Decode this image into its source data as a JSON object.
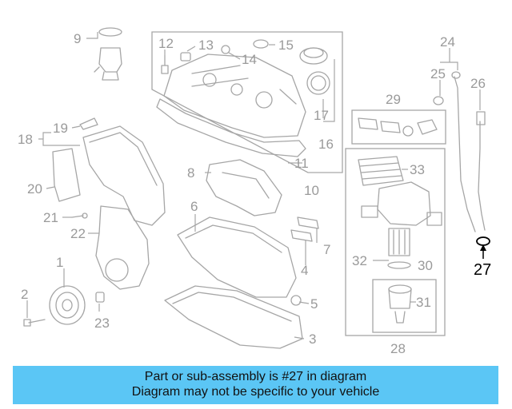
{
  "diagram": {
    "callouts": [
      "1",
      "2",
      "3",
      "4",
      "5",
      "6",
      "7",
      "8",
      "9",
      "10",
      "11",
      "12",
      "13",
      "14",
      "15",
      "16",
      "17",
      "18",
      "19",
      "20",
      "21",
      "22",
      "23",
      "24",
      "25",
      "26",
      "27",
      "28",
      "29",
      "30",
      "31",
      "32",
      "33"
    ],
    "highlighted_part": "27",
    "highlight_color": "#000000",
    "line_color": "#a6a6a6"
  },
  "banner": {
    "line1": "Part or sub-assembly is #27 in diagram",
    "line2": "Diagram may not be specific to your vehicle",
    "background": "#5bc6f5"
  }
}
